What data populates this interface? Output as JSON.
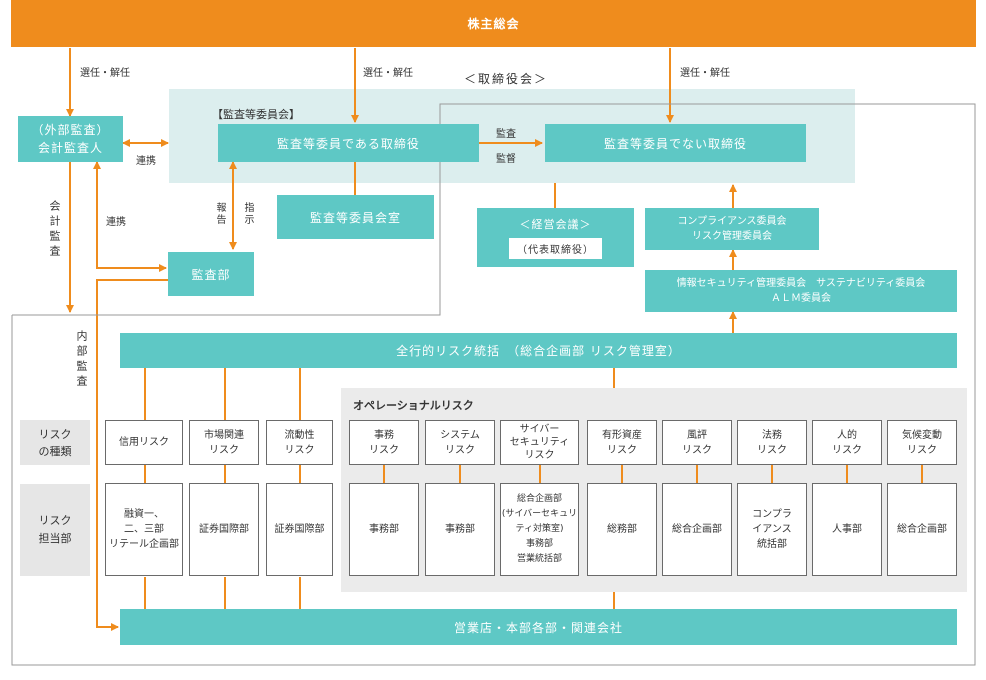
{
  "top": "株主総会",
  "arrow_labels": {
    "elect1": "選任・解任",
    "elect2": "選任・解任",
    "elect3": "選任・解任",
    "renkei1": "連携",
    "renkei2": "連携",
    "kansa": "監査",
    "kantoku": "監督",
    "houkoku": "報告",
    "shiji": "指示",
    "kaikei_kansa": "会計監査",
    "naibu_kansa": "内部監査"
  },
  "board_label": "＜取締役会＞",
  "committee_label": "【監査等委員会】",
  "auditor": "（外部監査）\n会計監査人",
  "director_audit": "監査等委員である取締役",
  "director_nonaudit": "監査等委員でない取締役",
  "committee_office": "監査等委員会室",
  "audit_dept": "監査部",
  "mgmt_meeting": "＜経営会議＞",
  "rep_director": "（代表取締役）",
  "compliance": "コンプライアンス委員会\nリスク管理委員会",
  "security": "情報セキュリティ管理委員会　サステナビリティ委員会\nＡＬＭ委員会",
  "total_risk": "全行的リスク統括　（総合企画部 リスク管理室）",
  "op_risk_title": "オペレーショナルリスク",
  "risk_type_label": "リスク\nの種類",
  "risk_owner_label": "リスク\n担当部",
  "left_risks": [
    {
      "type": "信用リスク",
      "dept": "融資一、\n二、三部\nリテール企画部"
    },
    {
      "type": "市場関連\nリスク",
      "dept": "証券国際部"
    },
    {
      "type": "流動性\nリスク",
      "dept": "証券国際部"
    }
  ],
  "op_risks": [
    {
      "type": "事務\nリスク",
      "dept": "事務部"
    },
    {
      "type": "システム\nリスク",
      "dept": "事務部"
    },
    {
      "type": "サイバー\nセキュリティ\nリスク",
      "dept": "総合企画部\n(サイバーセキュリ\nティ対策室)\n事務部\n営業統括部"
    },
    {
      "type": "有形資産\nリスク",
      "dept": "総務部"
    },
    {
      "type": "風評\nリスク",
      "dept": "総合企画部"
    },
    {
      "type": "法務\nリスク",
      "dept": "コンプラ\nイアンス\n統括部"
    },
    {
      "type": "人的\nリスク",
      "dept": "人事部"
    },
    {
      "type": "気候変動\nリスク",
      "dept": "総合企画部"
    }
  ],
  "branches": "営業店・本部各部・関連会社",
  "colors": {
    "orange": "#ef8c1d",
    "teal": "#5ec8c5",
    "board_bg": "#dceeee",
    "grey": "#e6e6e6"
  }
}
